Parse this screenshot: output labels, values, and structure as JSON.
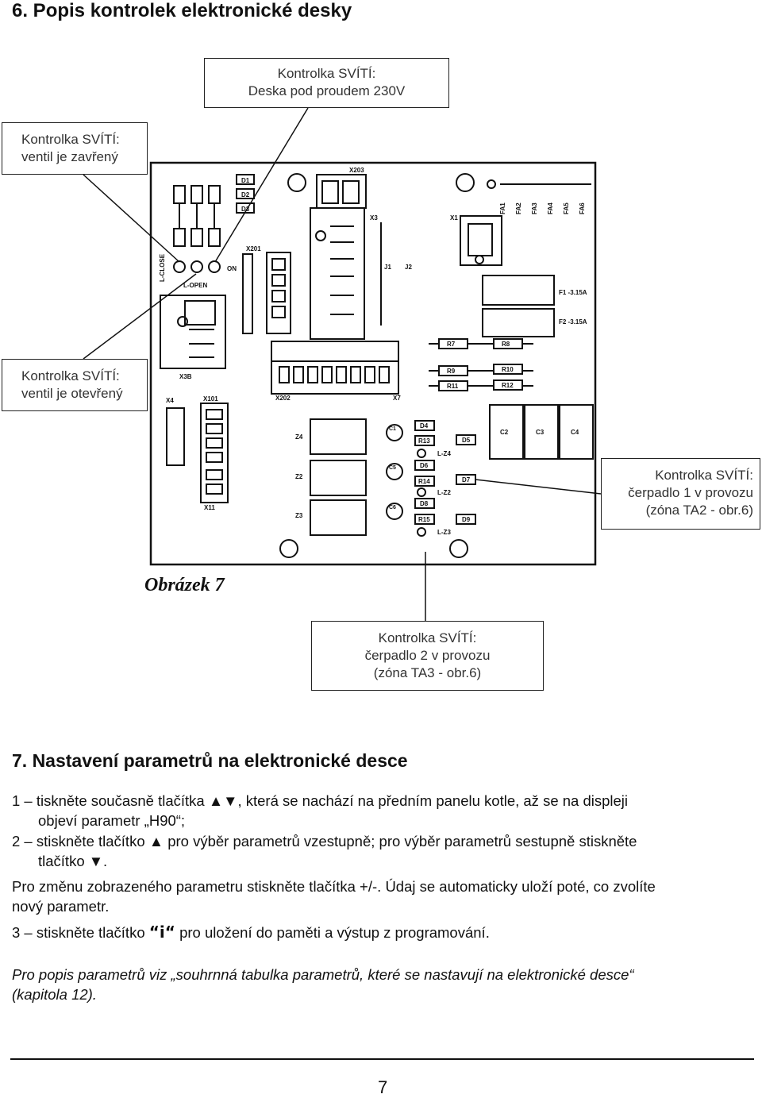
{
  "section6": {
    "title": "6. Popis kontrolek elektronické desky"
  },
  "callouts": {
    "top": [
      "Kontrolka SVÍTÍ:",
      "Deska pod proudem 230V"
    ],
    "closed": [
      "Kontrolka SVÍTÍ:",
      "ventil je zavřený"
    ],
    "open": [
      "Kontrolka SVÍTÍ:",
      "ventil je otevřený"
    ],
    "pump1": [
      "Kontrolka SVÍTÍ:",
      "čerpadlo 1 v provozu",
      "(zóna TA2 - obr.6)"
    ],
    "pump2": [
      "Kontrolka SVÍTÍ:",
      "čerpadlo 2 v provozu",
      "(zóna TA3 - obr.6)"
    ]
  },
  "board_labels": {
    "d1": "D1",
    "d2": "D2",
    "d3": "D3",
    "x203": "X203",
    "x3": "X3",
    "x1": "X1",
    "x201": "X201",
    "x202": "X202",
    "x7": "X7",
    "x3b": "X3B",
    "x4": "X4",
    "x101": "X101",
    "x11": "X11",
    "j1": "J1",
    "j2": "J2",
    "lclose": "L-CLOSE",
    "lopen": "L-OPEN",
    "on": "ON",
    "fa": [
      "FA1",
      "FA2",
      "FA3",
      "FA4",
      "FA5",
      "FA6"
    ],
    "f1": "F1 -3.15A",
    "f2": "F2 -3.15A",
    "r7": "R7",
    "r8": "R8",
    "r9": "R9",
    "r10": "R10",
    "r11": "R11",
    "r12": "R12",
    "c2": "C2",
    "c3": "C3",
    "c4": "C4",
    "z4": "Z4",
    "z2": "Z2",
    "z3": "Z3",
    "c1": "C1",
    "c5": "C5",
    "c6": "C6",
    "d4": "D4",
    "r13": "R13",
    "lz4": "L-Z4",
    "d5": "D5",
    "d6": "D6",
    "r14": "R14",
    "lz2": "L-Z2",
    "d7": "D7",
    "d8": "D8",
    "r15": "R15",
    "lz3": "L-Z3",
    "d9": "D9"
  },
  "figure": {
    "caption": "Obrázek 7"
  },
  "section7": {
    "title": "7. Nastavení parametrů na elektronické desce",
    "step1_a": "1 – tiskněte současně tlačítka ▲▼, která se nachází na předním panelu kotle, až se na displeji",
    "step1_b": "objeví parametr „H90“;",
    "step2_a": "2 – stiskněte tlačítko ▲ pro výběr parametrů vzestupně; pro výběr parametrů sestupně stiskněte",
    "step2_b": "tlačítko ▼.",
    "change_a": "Pro změnu zobrazeného parametru stiskněte tlačítka +/-. Údaj se automaticky uloží poté, co zvolíte",
    "change_b": "nový parametr.",
    "step3_pre": "3 – stiskněte tlačítko",
    "step3_btn": "“i“",
    "step3_post": "pro uložení do paměti a výstup z programování.",
    "note_a": "Pro popis parametrů viz „souhrnná tabulka parametrů, které se nastavují na elektronické desce“",
    "note_b": "(kapitola 12)."
  },
  "footer": {
    "page": "7"
  }
}
